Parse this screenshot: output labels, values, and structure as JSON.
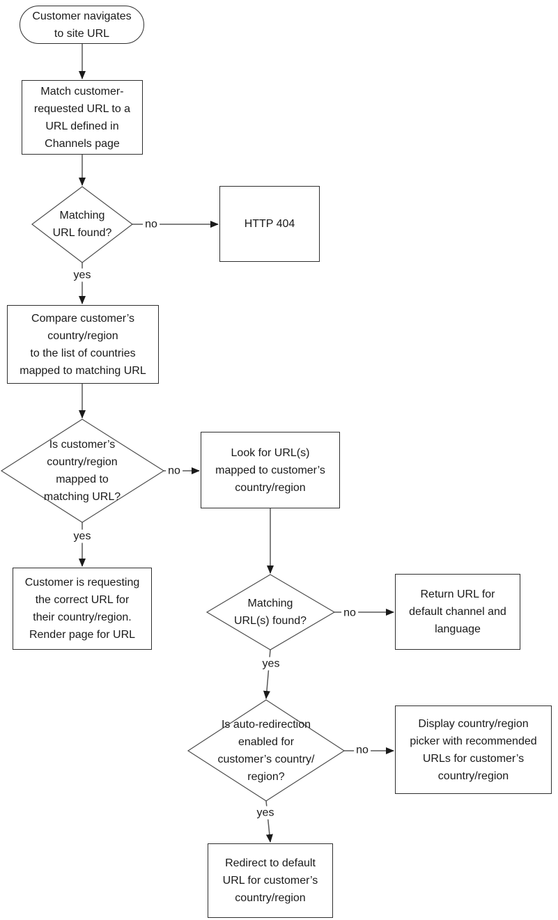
{
  "diagram": {
    "type": "flowchart",
    "nodes": {
      "start": {
        "shape": "terminator",
        "text": "Customer navigates\nto site URL"
      },
      "match_url": {
        "shape": "process",
        "text": "Match customer-\nrequested URL to a\nURL defined in\nChannels page"
      },
      "url_found": {
        "shape": "decision",
        "text": "Matching\nURL found?"
      },
      "http_404": {
        "shape": "process",
        "text": "HTTP 404"
      },
      "compare_country": {
        "shape": "process",
        "text": "Compare customer’s\ncountry/region\nto the list of countries\nmapped to matching URL"
      },
      "country_mapped": {
        "shape": "decision",
        "text": "Is customer’s\ncountry/region\nmapped to\nmatching URL?"
      },
      "look_for_urls": {
        "shape": "process",
        "text": "Look for URL(s)\nmapped to customer’s\ncountry/region"
      },
      "render_page": {
        "shape": "process",
        "text": "Customer is requesting\nthe correct URL for\ntheir country/region.\nRender page for URL"
      },
      "urls_found": {
        "shape": "decision",
        "text": "Matching\nURL(s) found?"
      },
      "return_default": {
        "shape": "process",
        "text": "Return URL for\ndefault channel and\nlanguage"
      },
      "auto_redirect": {
        "shape": "decision",
        "text": "Is auto-redirection\nenabled for\ncustomer’s country/\nregion?"
      },
      "display_picker": {
        "shape": "process",
        "text": "Display country/region\npicker with recommended\nURLs for customer’s\ncountry/region"
      },
      "redirect_default": {
        "shape": "process",
        "text": "Redirect to default\nURL for customer’s\ncountry/region"
      }
    },
    "edge_labels": {
      "url_found_no": "no",
      "url_found_yes": "yes",
      "country_mapped_no": "no",
      "country_mapped_yes": "yes",
      "urls_found_no": "no",
      "urls_found_yes": "yes",
      "auto_redirect_no": "no",
      "auto_redirect_yes": "yes"
    },
    "colors": {
      "connector": "#595959",
      "arrowhead": "#1a1a1a",
      "shape_border": "#2e2e2e",
      "decision_border": "#4d4d4d",
      "text": "#1a1a1a",
      "background": "#ffffff"
    }
  }
}
